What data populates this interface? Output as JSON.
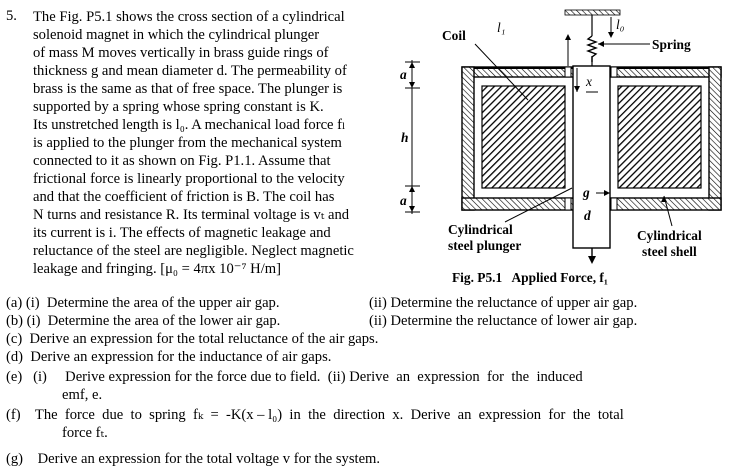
{
  "problem": {
    "number": "5.",
    "lines": [
      "The Fig. P5.1 shows the cross section of a cylindrical",
      "solenoid magnet in which the cylindrical plunger",
      "of mass M moves vertically in brass guide rings of",
      "thickness g and mean diameter d. The permeability of",
      "brass is the same as that of free space. The plunger is",
      "supported by a spring whose spring constant is K.",
      "Its unstretched length is l₀. A mechanical load force fₗ",
      "is applied to the plunger from the mechanical system",
      "connected to it as shown on Fig. P1.1. Assume that",
      "frictional force is linearly proportional to the velocity",
      "and that the coefficient of friction is B. The coil has",
      "N turns and resistance R. Its terminal voltage is vₜ and",
      "its current is i. The effects of magnetic leakage and",
      "reluctance of the steel are negligible. Neglect magnetic",
      "leakage and fringing. [μ₀ = 4πx 10⁻⁷ H/m]"
    ]
  },
  "figure": {
    "labels": {
      "coil": "Coil",
      "l1": "l₁",
      "l0": "l₀",
      "spring": "Spring",
      "x": "x",
      "a_top": "a",
      "h": "h",
      "a_bottom": "a",
      "g": "g",
      "d": "d",
      "plunger": "Cylindrical\nsteel plunger",
      "shell": "Cylindrical\nsteel shell"
    },
    "caption": "Fig. P5.1   Applied Force, f₁"
  },
  "questions": [
    "(a) (i)  Determine the area of the upper air gap.",
    "(ii) Determine the reluctance of upper air gap.",
    "(b) (i)  Determine the area of the lower air gap.",
    "(ii) Determine the reluctance of lower air gap.",
    "(c)  Derive an expression for the total reluctance of the air gaps.",
    "(d)  Derive an expression for the inductance of air gaps.",
    "(e)   (i)     Derive expression for the force due to field.  (ii) Derive  an  expression  for  the  induced",
    "emf, e.",
    "(f)    The  force  due  to  spring  fₖ  =  -K(x – l₀)  in  the  direction  x.  Derive  an  expression  for  the  total",
    "force fₜ.",
    "(g)    Derive an expression for the total voltage v for the system."
  ]
}
